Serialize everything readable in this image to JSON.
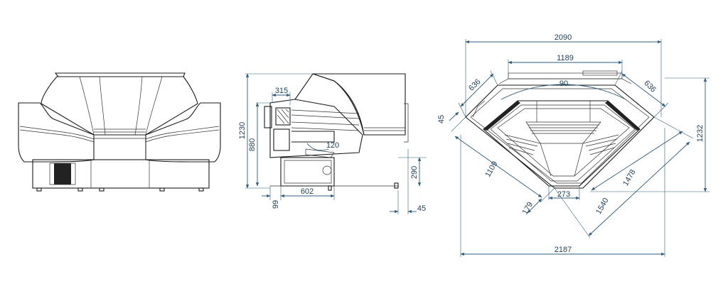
{
  "colors": {
    "outline": "#1a1a1a",
    "dimension": "#2e5d7e",
    "dimension_text": "#1e3f5a",
    "background": "#ffffff"
  },
  "views": {
    "front": {},
    "side": {
      "dims": {
        "depth_top": "315",
        "height_total": "1230",
        "height_inner": "880",
        "angle": "120",
        "depth_bottom": "602",
        "offset_bottom": "99",
        "plinth_height": "290",
        "foot_offset": "45"
      }
    },
    "plan": {
      "dims": {
        "width_total": "2090",
        "width_inner": "1189",
        "arc_top": "90",
        "side_left": "636",
        "side_right": "636",
        "small_left": "45",
        "height_right": "1232",
        "diag_left": "1109",
        "inner_bottom": "273",
        "diag_right": "1478",
        "corner_small": "179",
        "diag_right_outer": "1540",
        "bottom_total": "2187"
      }
    }
  }
}
